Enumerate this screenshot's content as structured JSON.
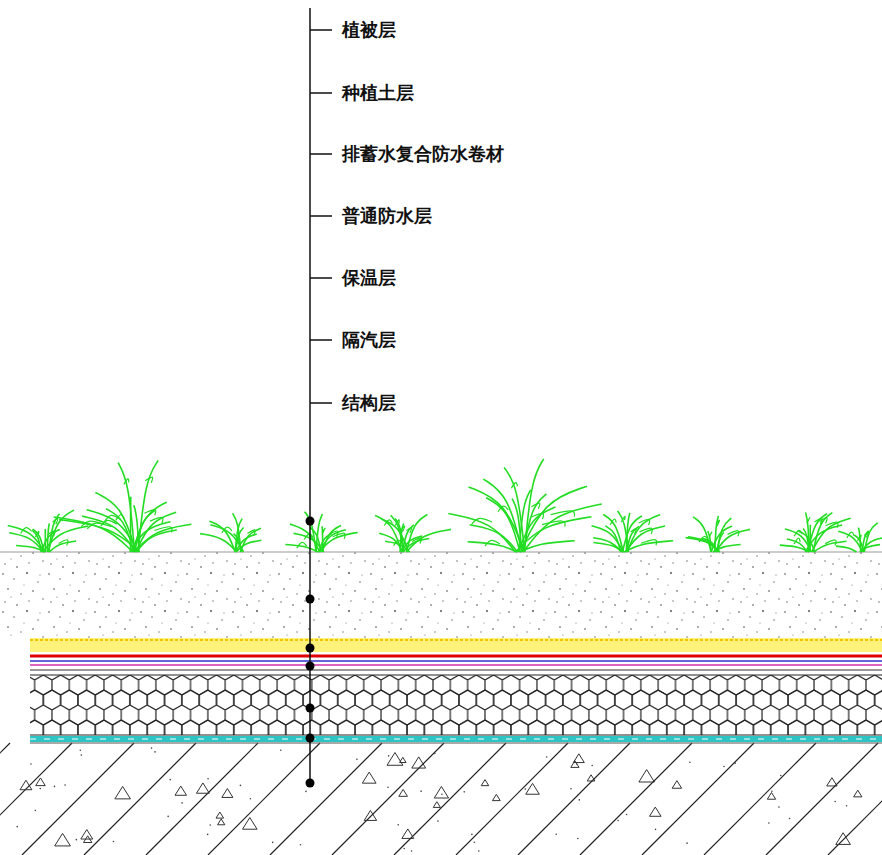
{
  "diagram": {
    "labels": [
      "植被层",
      "种植土层",
      "排蓄水复合防水卷材",
      "普通防水层",
      "保温层",
      "隔汽层",
      "结构层"
    ]
  }
}
